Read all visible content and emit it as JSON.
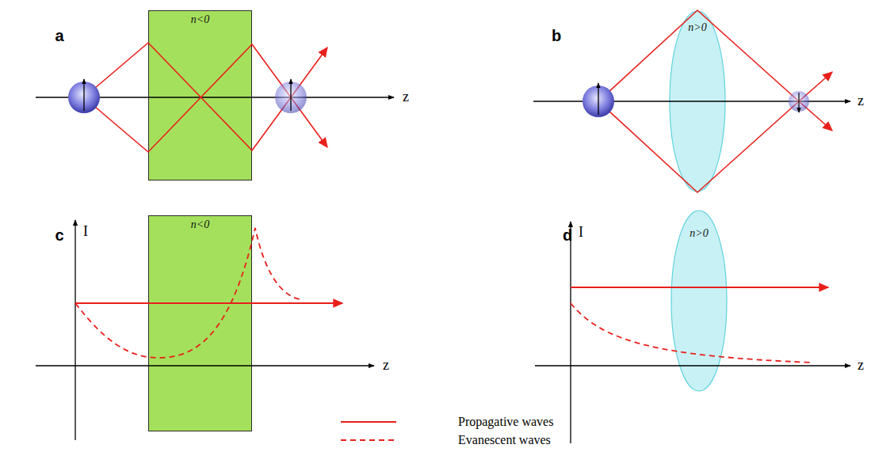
{
  "diagram": {
    "nodes": [
      {
        "text": [
          "n<0"
        ]
      },
      {
        "text": [
          "n>0"
        ]
      },
      {
        "text": [
          "n<0"
        ]
      },
      {
        "text": [
          "n>0"
        ]
      }
    ],
    "labels": [
      "a",
      "z",
      "b",
      "z",
      "c",
      "I",
      "z",
      "d",
      "I",
      "z"
    ],
    "legend": [
      {
        "text": "Propagative waves"
      },
      {
        "text": "Evanescent waves"
      }
    ]
  }
}
